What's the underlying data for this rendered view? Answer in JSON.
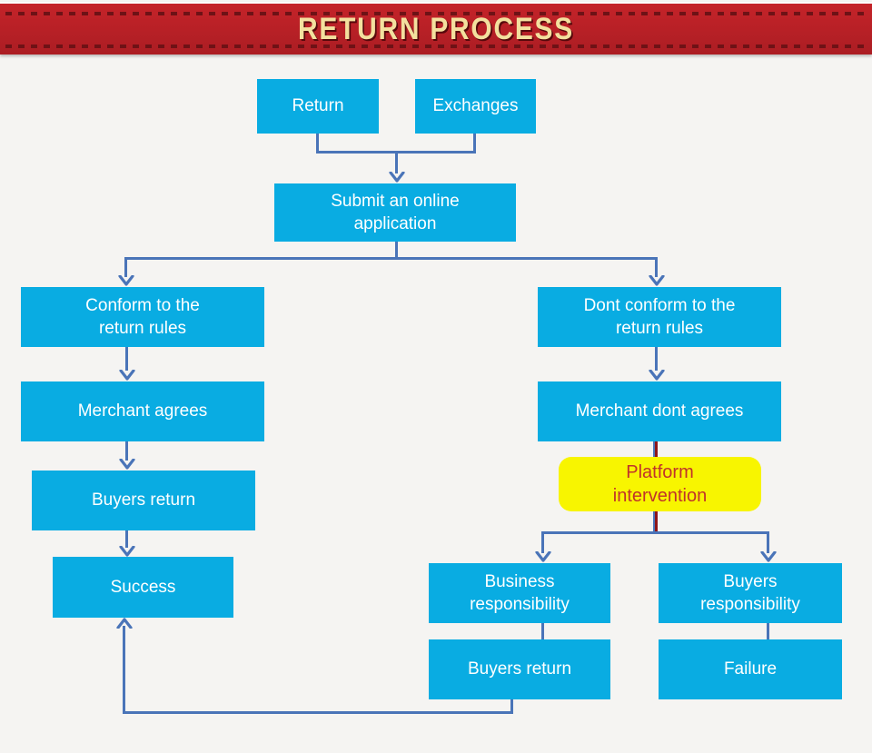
{
  "header": {
    "title": "RETURN PROCESS"
  },
  "nodes": {
    "return": "Return",
    "exchanges": "Exchanges",
    "submit": "Submit an online\napplication",
    "conform": "Conform to the\nreturn rules",
    "dont_conform": "Dont conform to the\nreturn rules",
    "merchant_agrees": "Merchant agrees",
    "merchant_dont_agrees": "Merchant dont agrees",
    "buyers_return_left": "Buyers return",
    "platform_intervention": "Platform\nintervention",
    "success": "Success",
    "business_responsibility": "Business\nresponsibility",
    "buyers_responsibility": "Buyers\nresponsibility",
    "buyers_return_bottom": "Buyers return",
    "failure": "Failure"
  },
  "colors": {
    "background": "#f5f4f2",
    "banner_red": "#b72026",
    "banner_dash": "#6e1216",
    "banner_title_text": "#f3e09e",
    "node_fill": "#09ace2",
    "node_text": "#ffffff",
    "platform_fill": "#f8f500",
    "platform_text": "#c0332a",
    "connector_blue": "#4a74b8",
    "connector_dark_red": "#8e1518"
  }
}
